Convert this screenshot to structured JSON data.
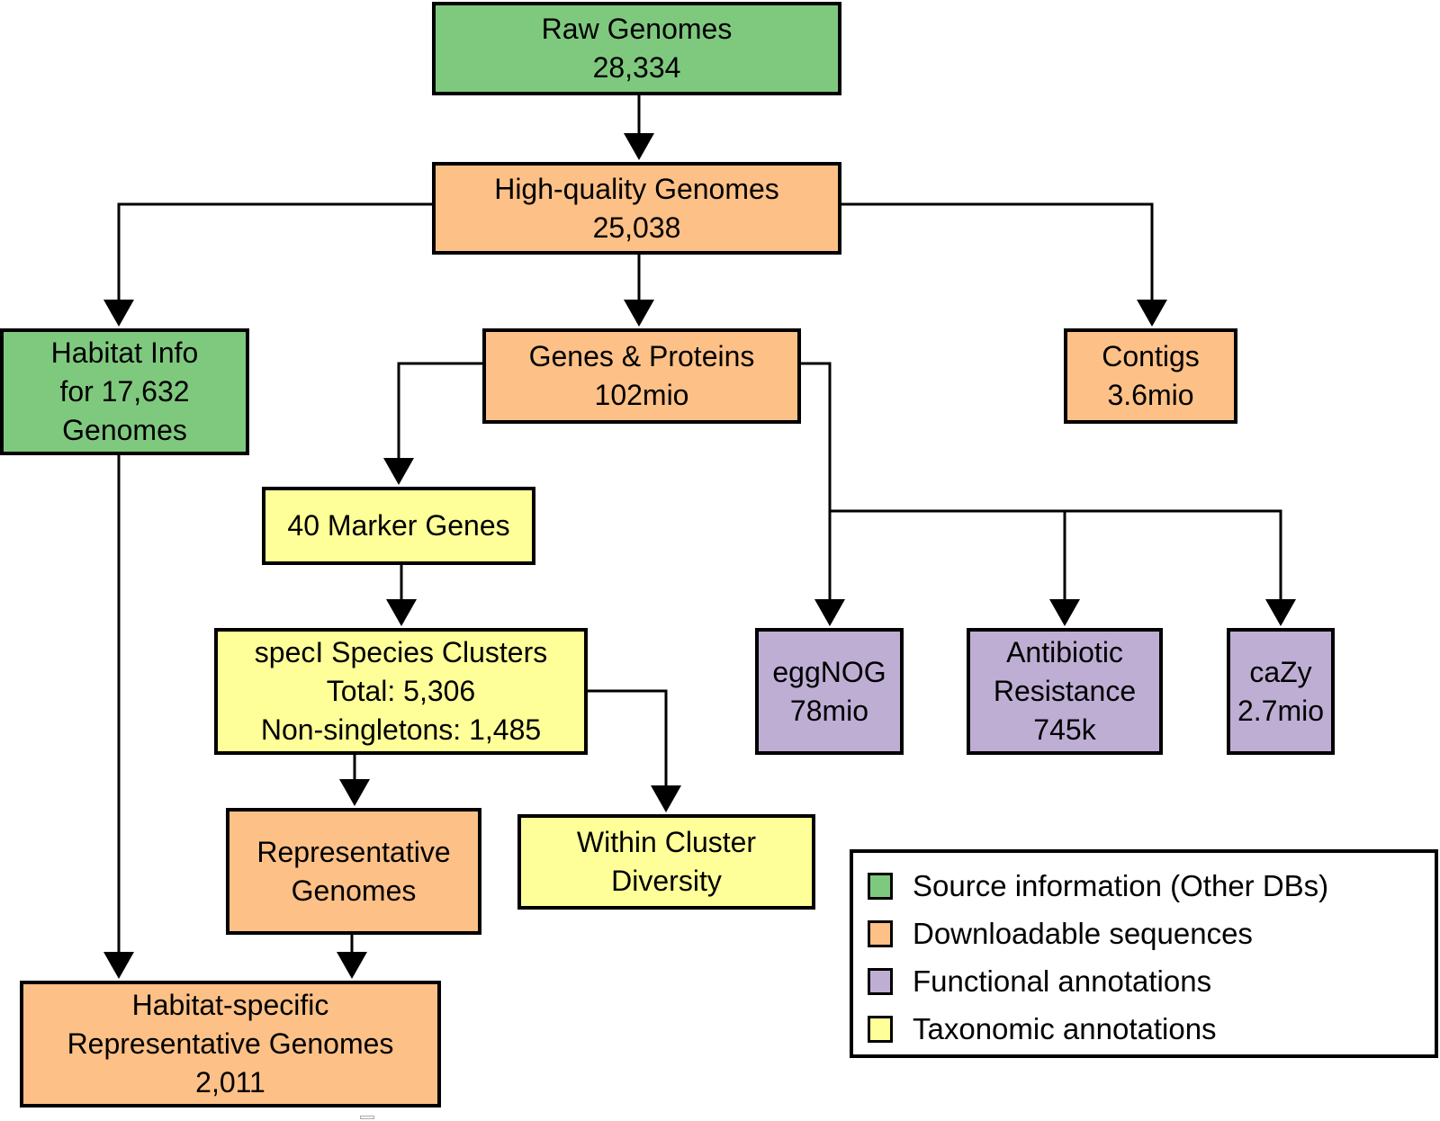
{
  "colors": {
    "source": "#7fc97f",
    "downloadable": "#fdc086",
    "functional": "#beaed4",
    "taxonomic": "#ffff99",
    "line": "#000000"
  },
  "nodes": {
    "raw_genomes": {
      "lines": [
        "Raw Genomes",
        "28,334"
      ],
      "category": "source"
    },
    "hq_genomes": {
      "lines": [
        "High-quality Genomes",
        "25,038"
      ],
      "category": "downloadable"
    },
    "habitat_info": {
      "lines": [
        "Habitat Info",
        "for 17,632",
        "Genomes"
      ],
      "category": "source"
    },
    "genes_proteins": {
      "lines": [
        "Genes & Proteins",
        "102mio"
      ],
      "category": "downloadable"
    },
    "contigs": {
      "lines": [
        "Contigs",
        "3.6mio"
      ],
      "category": "downloadable"
    },
    "marker_genes": {
      "lines": [
        "40 Marker Genes"
      ],
      "category": "taxonomic"
    },
    "specl_clusters": {
      "lines": [
        "specI Species Clusters",
        "Total: 5,306",
        "Non-singletons: 1,485"
      ],
      "category": "taxonomic"
    },
    "eggnog": {
      "lines": [
        "eggNOG",
        "78mio"
      ],
      "category": "functional"
    },
    "antibiotic": {
      "lines": [
        "Antibiotic",
        "Resistance",
        "745k"
      ],
      "category": "functional"
    },
    "cazy": {
      "lines": [
        "caZy",
        "2.7mio"
      ],
      "category": "functional"
    },
    "representative": {
      "lines": [
        "Representative",
        "Genomes"
      ],
      "category": "downloadable"
    },
    "within_cluster": {
      "lines": [
        "Within Cluster",
        "Diversity"
      ],
      "category": "taxonomic"
    },
    "habitat_specific": {
      "lines": [
        "Habitat-specific",
        "Representative Genomes",
        "2,011"
      ],
      "category": "downloadable"
    }
  },
  "edges": [
    {
      "from": "raw_genomes",
      "to": "hq_genomes"
    },
    {
      "from": "hq_genomes",
      "to": "habitat_info"
    },
    {
      "from": "hq_genomes",
      "to": "genes_proteins"
    },
    {
      "from": "hq_genomes",
      "to": "contigs"
    },
    {
      "from": "genes_proteins",
      "to": "marker_genes"
    },
    {
      "from": "genes_proteins",
      "to": "eggnog"
    },
    {
      "from": "genes_proteins",
      "to": "antibiotic"
    },
    {
      "from": "genes_proteins",
      "to": "cazy"
    },
    {
      "from": "marker_genes",
      "to": "specl_clusters"
    },
    {
      "from": "specl_clusters",
      "to": "representative"
    },
    {
      "from": "specl_clusters",
      "to": "within_cluster"
    },
    {
      "from": "habitat_info",
      "to": "habitat_specific"
    },
    {
      "from": "representative",
      "to": "habitat_specific"
    }
  ],
  "legend": {
    "items": [
      {
        "label": "Source information (Other DBs)",
        "category": "source"
      },
      {
        "label": "Downloadable sequences",
        "category": "downloadable"
      },
      {
        "label": "Functional annotations",
        "category": "functional"
      },
      {
        "label": "Taxonomic annotations",
        "category": "taxonomic"
      }
    ]
  }
}
